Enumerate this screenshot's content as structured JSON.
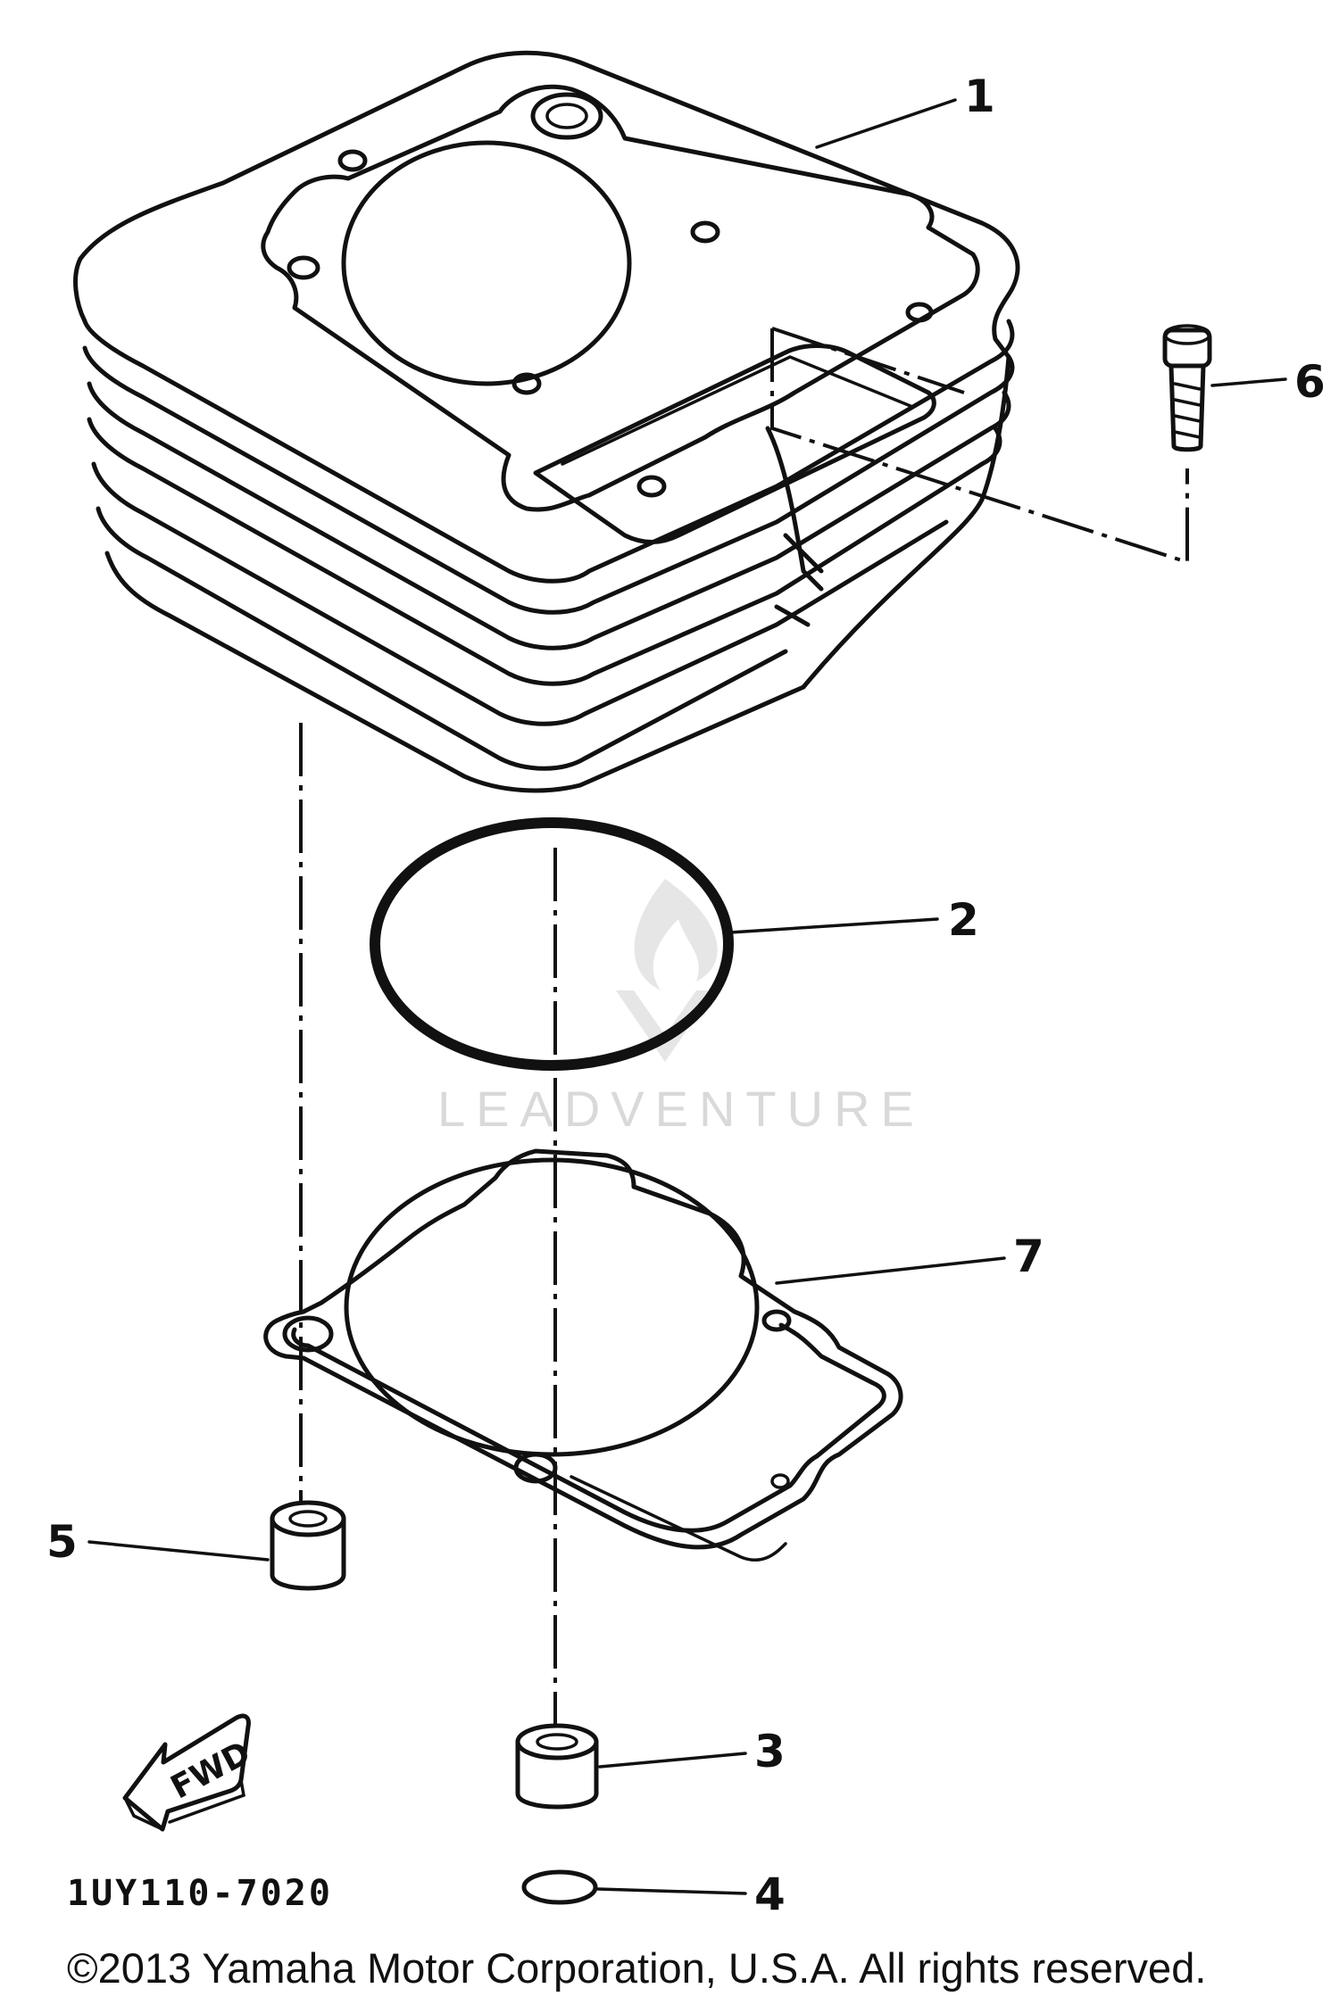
{
  "diagram": {
    "part_code": "1UY110-7020",
    "copyright": "©2013 Yamaha Motor Corporation, U.S.A. All rights reserved.",
    "watermark": "LEADVENTURE",
    "fwd_label": "FWD",
    "callouts": [
      {
        "id": "1",
        "label": "1"
      },
      {
        "id": "2",
        "label": "2"
      },
      {
        "id": "3",
        "label": "3"
      },
      {
        "id": "4",
        "label": "4"
      },
      {
        "id": "5",
        "label": "5"
      },
      {
        "id": "6",
        "label": "6"
      },
      {
        "id": "7",
        "label": "7"
      }
    ]
  }
}
